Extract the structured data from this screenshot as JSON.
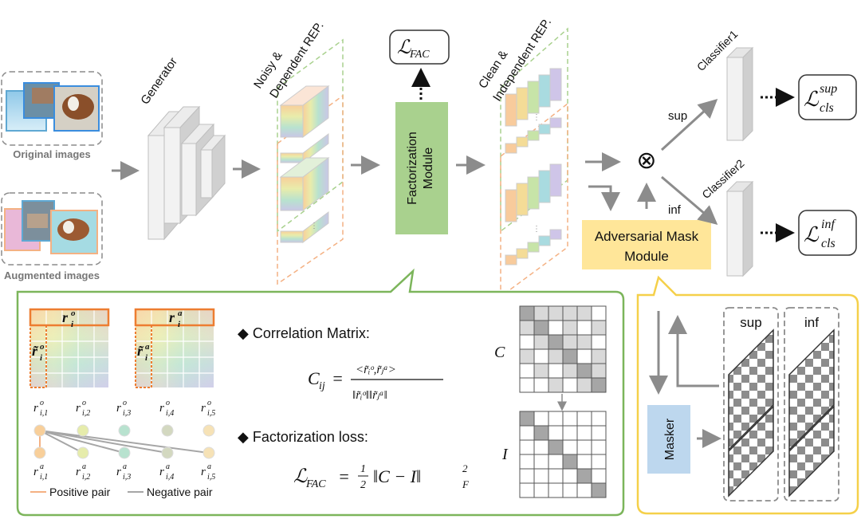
{
  "inputs": {
    "original_caption": "Original images",
    "augmented_caption": "Augmented images"
  },
  "generator_label": "Generator",
  "noisy_label_line1": "Noisy &",
  "noisy_label_line2": "Dependent REP.",
  "clean_label_line1": "Clean &",
  "clean_label_line2": "Independent REP.",
  "factorization_module_line1": "Factorization",
  "factorization_module_line2": "Module",
  "loss_fac": {
    "symbol": "ℒ",
    "sub": "FAC"
  },
  "loss_sup": {
    "symbol": "ℒ",
    "sup": "sup",
    "sub": "cls"
  },
  "loss_inf": {
    "symbol": "ℒ",
    "sup": "inf",
    "sub": "cls"
  },
  "classifier1_label": "Classifier1",
  "classifier2_label": "Classifier2",
  "branch_sup_label": "sup",
  "branch_inf_label": "inf",
  "combine_symbol": "⊗",
  "adversarial_module_line1": "Adversarial Mask",
  "adversarial_module_line2": "Module",
  "detail_left": {
    "r_i_o": {
      "base": "r",
      "sup": "o",
      "sub": "i"
    },
    "r_i_a": {
      "base": "r",
      "sup": "a",
      "sub": "i"
    },
    "r_tilde_i_o": {
      "base": "r̃",
      "sup": "o",
      "sub": "i"
    },
    "r_tilde_i_a": {
      "base": "r̃",
      "sup": "a",
      "sub": "i"
    },
    "top_nodes": [
      {
        "base": "r",
        "sup": "o",
        "sub": "i,1"
      },
      {
        "base": "r",
        "sup": "o",
        "sub": "i,2"
      },
      {
        "base": "r",
        "sup": "o",
        "sub": "i,3"
      },
      {
        "base": "r",
        "sup": "o",
        "sub": "i,4"
      },
      {
        "base": "r",
        "sup": "o",
        "sub": "i,5"
      }
    ],
    "bottom_nodes": [
      {
        "base": "r",
        "sup": "a",
        "sub": "i,1"
      },
      {
        "base": "r",
        "sup": "a",
        "sub": "i,2"
      },
      {
        "base": "r",
        "sup": "a",
        "sub": "i,3"
      },
      {
        "base": "r",
        "sup": "a",
        "sub": "i,4"
      },
      {
        "base": "r",
        "sup": "a",
        "sub": "i,5"
      }
    ],
    "legend_positive": "Positive pair",
    "legend_negative": "Negative pair",
    "correlation_title": "◆ Correlation Matrix:",
    "factorization_loss_title": "◆ Factorization loss:",
    "matrix_c_label": "C",
    "matrix_i_label": "I"
  },
  "detail_right": {
    "masker_label": "Masker",
    "sup_label": "sup",
    "inf_label": "inf"
  },
  "colors": {
    "green_box": "#a9d18e",
    "green_border": "#7cb55b",
    "yellow_box": "#ffe699",
    "yellow_border": "#f5d04a",
    "blue_box": "#bdd7ee",
    "orange": "#ed7d31",
    "arrow": "#8c8c8c",
    "gray_cell": "#a6a6a6"
  }
}
